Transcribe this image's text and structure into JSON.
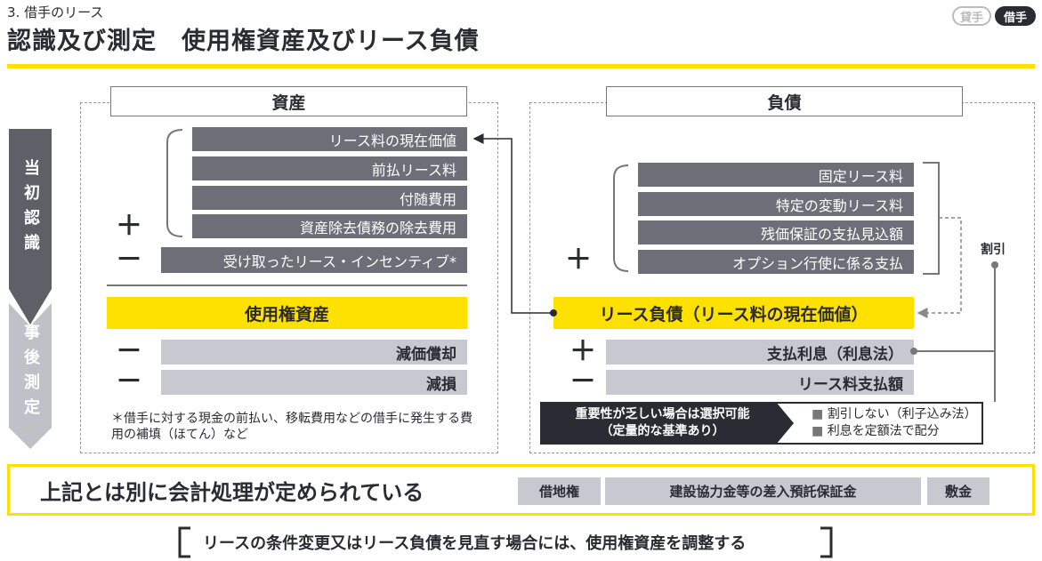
{
  "header": {
    "section": "3. 借手のリース",
    "title": "認識及び測定　使用権資産及びリース負債",
    "badges": [
      "貸手",
      "借手"
    ]
  },
  "phases": [
    "当初認識",
    "事後測定"
  ],
  "assets": {
    "header": "資産",
    "items": [
      "リース料の現在価値",
      "前払リース料",
      "付随費用",
      "資産除去債務の除去費用"
    ],
    "minus_item": "受け取ったリース・インセンティブ*",
    "result": "使用権資産",
    "later": [
      "減価償却",
      "減損"
    ],
    "note": "＊借手に対する現金の前払い、移転費用などの借手に発生する費用の補填（ほてん）など"
  },
  "liabilities": {
    "header": "負債",
    "items": [
      "固定リース料",
      "特定の変動リース料",
      "残価保証の支払見込額",
      "オプション行使に係る支払"
    ],
    "discount_label": "割引",
    "result": "リース負債（リース料の現在価値）",
    "plus_item": "支払利息（利息法）",
    "minus_item": "リース料支払額",
    "option_title": "重要性が乏しい場合は選択可能",
    "option_sub": "（定量的な基準あり）",
    "options": [
      "割引しない（利子込み法）",
      "利息を定額法で配分"
    ]
  },
  "separate": {
    "text": "上記とは別に会計処理が定められている",
    "chips": [
      "借地権",
      "建設協力金等の差入預託保証金",
      "敷金"
    ]
  },
  "footer": "リースの条件変更又はリース負債を見直す場合には、使用権資産を調整する",
  "signs": {
    "plus": "＋",
    "minus": "－"
  }
}
